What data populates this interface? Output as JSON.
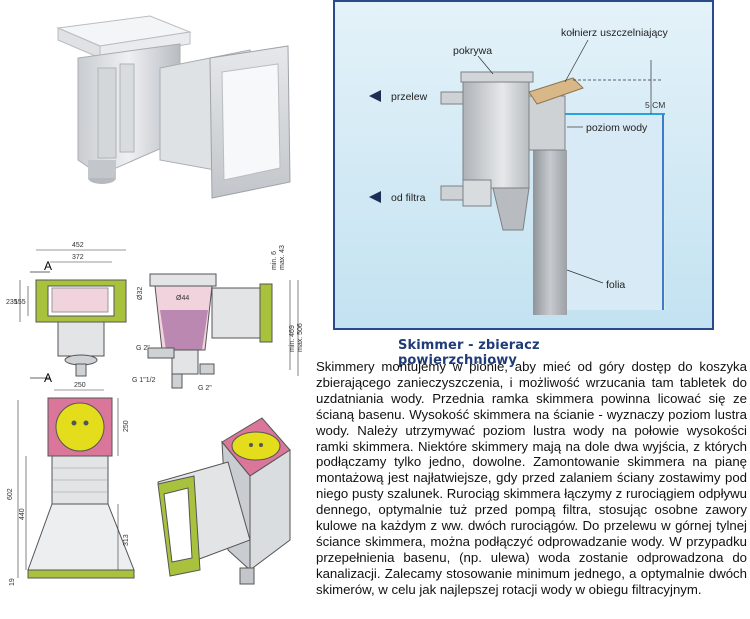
{
  "diagram": {
    "labels": {
      "pokrywa": "pokrywa",
      "kolnierz": "kołnierz uszczelniający",
      "przelew": "przelew",
      "cm5": "5 CM",
      "poziom": "poziom wody",
      "od_filtra": "od filtra",
      "folia": "folia"
    }
  },
  "drawings": {
    "top": {
      "d452": "452",
      "d372": "372",
      "d235": "235",
      "d155": "155",
      "A1": "A",
      "A2": "A"
    },
    "side": {
      "min6": "min. 6",
      "max43": "max. 43",
      "phi32": "Ø32",
      "phi44": "Ø44",
      "min469": "min. 469",
      "max506": "max. 506",
      "g2a": "G 2\"",
      "g112": "G 1\"1/2",
      "g2b": "G 2\""
    },
    "front": {
      "d250a": "250",
      "d250b": "250",
      "d602": "602",
      "d440": "440",
      "d313": "313",
      "d19": "19"
    }
  },
  "heading": "Skimmer - zbieracz powierzchniowy",
  "paragraph": "Skimmery montujemy w pionie, aby mieć od góry dostęp do koszyka zbierającego zanieczyszczenia, i możliwość wrzucania tam tabletek do uzdatniania wody. Przednia ramka skimmera powinna licować się ze ścianą basenu. Wysokość skimmera na ścianie - wyznaczy poziom lustra wody. Należy utrzymywać poziom lustra wody na połowie wysokości ramki skimmera. Niektóre skimmery mają na dole dwa wyjścia, z których podłączamy tylko jedno, dowolne. Zamontowanie skimmera na pianę montażową jest najłatwiejsze, gdy przed zalaniem ściany zostawimy pod niego pusty szalunek. Rurociąg skimmera łączymy z rurociągiem odpływu dennego, optymalnie tuż przed pompą filtra, stosując osobne zawory kulowe na każdym z ww. dwóch rurociągów. Do przelewu w górnej tylnej ściance skimmera, można podłączyć odprowadzanie wody. W przypadku przepełnienia basenu, (np. ulewa) woda zostanie odprowadzona do kanalizacji. Zalecamy stosowanie minimum jednego, a optymalnie dwóch skimerów, w celu jak najlepszej rotacji wody w obiegu filtracyjnym.",
  "colors": {
    "water": "#cde8f4",
    "pool_blue": "#27a4dc",
    "heading_blue": "#1f3b78",
    "frame_green": "#a9c23e",
    "lid_yellow": "#e3dd1c",
    "pink": "#d9769a"
  }
}
